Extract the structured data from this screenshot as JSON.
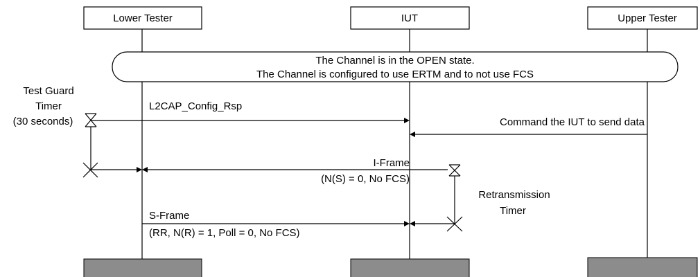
{
  "lifelines": {
    "lower_tester": "Lower Tester",
    "iut": "IUT",
    "upper_tester": "Upper Tester"
  },
  "state_note": {
    "line1": "The Channel is in the OPEN state.",
    "line2": "The Channel is configured to use ERTM and to not use FCS"
  },
  "guard_timer": {
    "line1": "Test Guard",
    "line2": "Timer",
    "line3": "(30 seconds)"
  },
  "messages": {
    "config_rsp": "L2CAP_Config_Rsp",
    "command": "Command the IUT to send data",
    "iframe_line1": "I-Frame",
    "iframe_line2": "(N(S) = 0, No FCS)",
    "sframe_line1": "S-Frame",
    "sframe_line2": "(RR, N(R) = 1, Poll = 0, No FCS)"
  },
  "retransmission_timer": {
    "line1": "Retransmission",
    "line2": "Timer"
  }
}
